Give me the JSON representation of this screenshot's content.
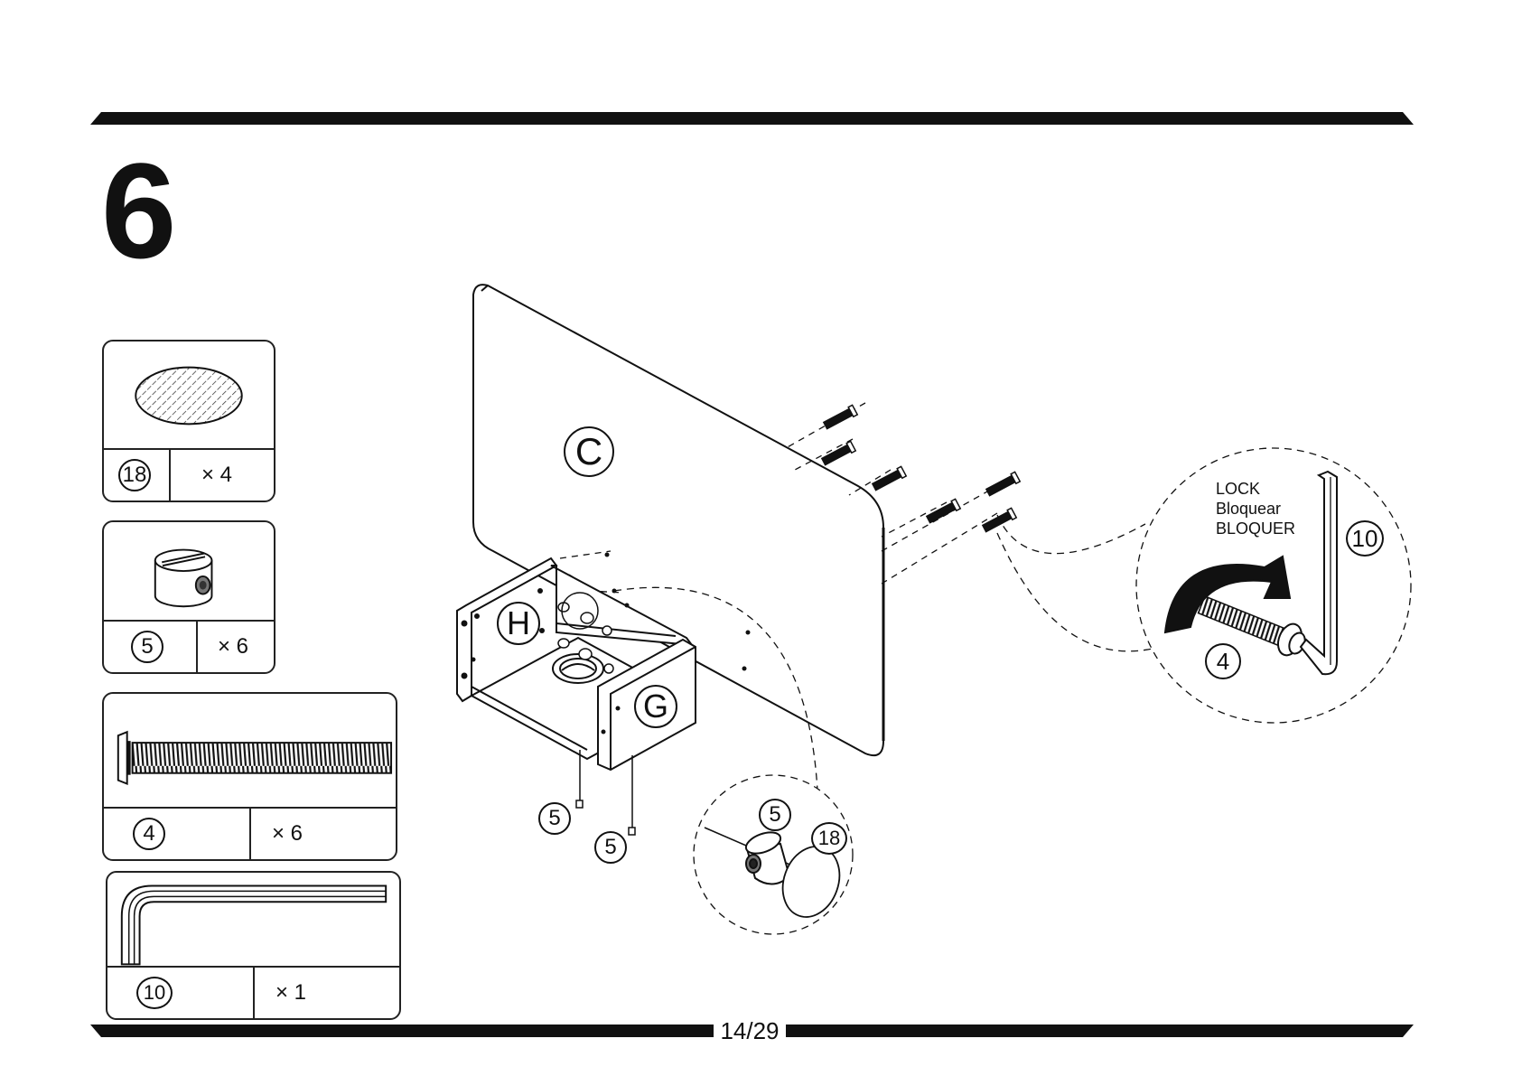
{
  "step": {
    "number": "6"
  },
  "page": {
    "number": "14/29"
  },
  "parts": [
    {
      "id": "18",
      "quantity": "× 4",
      "icon": "round-felt-pad-icon"
    },
    {
      "id": "5",
      "quantity": "× 6",
      "icon": "cam-barrel-nut-icon"
    },
    {
      "id": "4",
      "quantity": "× 6",
      "icon": "bolt-icon"
    },
    {
      "id": "10",
      "quantity": "× 1",
      "icon": "allen-key-icon"
    }
  ],
  "diagram": {
    "panels": [
      "C",
      "H",
      "G"
    ],
    "callouts": {
      "nut_left": "5",
      "nut_right": "5",
      "detail_nut": "5",
      "detail_pad": "18",
      "lock_bolt": "4",
      "lock_key": "10"
    },
    "lock_text": [
      "LOCK",
      "Bloquear",
      "BLOQUER"
    ]
  },
  "colors": {
    "ink": "#111111",
    "paper": "#ffffff"
  }
}
